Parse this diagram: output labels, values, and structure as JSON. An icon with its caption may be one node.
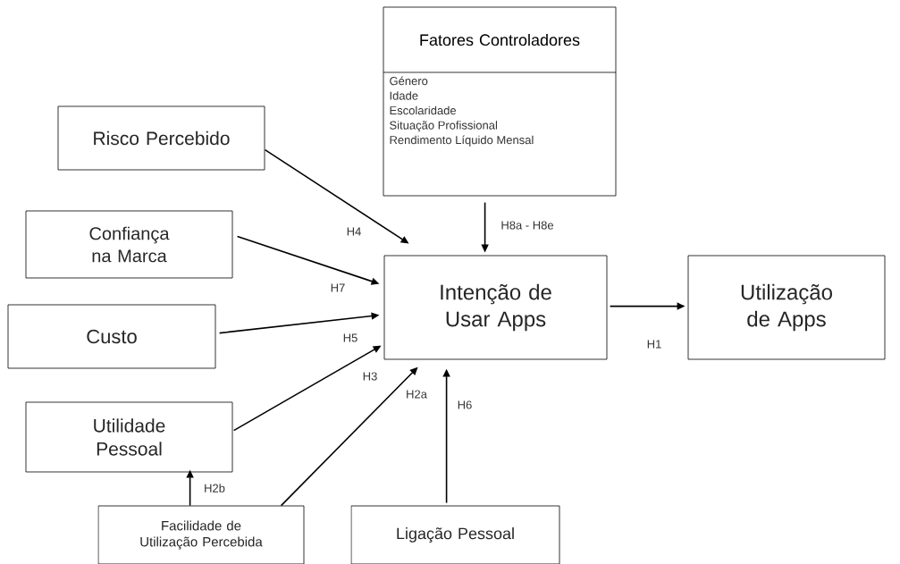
{
  "diagram": {
    "nodes": [
      {
        "text": [
          "Fatores Controladores",
          "Género",
          "Idade",
          "Escolaridade",
          "Situação Profissional",
          "Rendimento Líquido Mensal"
        ]
      },
      {
        "text": [
          "Risco Percebido"
        ]
      },
      {
        "text": [
          "Confiança na Marca"
        ]
      },
      {
        "text": [
          "Custo"
        ]
      },
      {
        "text": [
          "Intenção de Usar Apps"
        ]
      },
      {
        "text": [
          "Utilização de Apps"
        ]
      },
      {
        "text": [
          "Utilidade Pessoal"
        ]
      },
      {
        "text": [
          "Facilidade de Utilização Percebida"
        ]
      },
      {
        "text": [
          "Ligação Pessoal"
        ]
      }
    ],
    "edges": [
      {
        "from": 1,
        "to": 4,
        "arrow": "to",
        "label": "H4"
      },
      {
        "from": 0,
        "to": 4,
        "arrow": "to",
        "label": "H8a - H8e"
      },
      {
        "from": 2,
        "to": 4,
        "arrow": "to",
        "label": "H7"
      },
      {
        "from": 3,
        "to": 4,
        "arrow": "to",
        "label": "H5"
      },
      {
        "from": 4,
        "to": 5,
        "arrow": "to",
        "label": "H1"
      },
      {
        "from": 6,
        "to": 4,
        "arrow": "to",
        "label": "H3"
      },
      {
        "from": 7,
        "to": 4,
        "arrow": "to",
        "label": "H2a"
      },
      {
        "from": 8,
        "to": 4,
        "arrow": "to",
        "label": "H6"
      },
      {
        "from": 7,
        "to": 6,
        "arrow": "to",
        "label": "H2b"
      }
    ]
  }
}
